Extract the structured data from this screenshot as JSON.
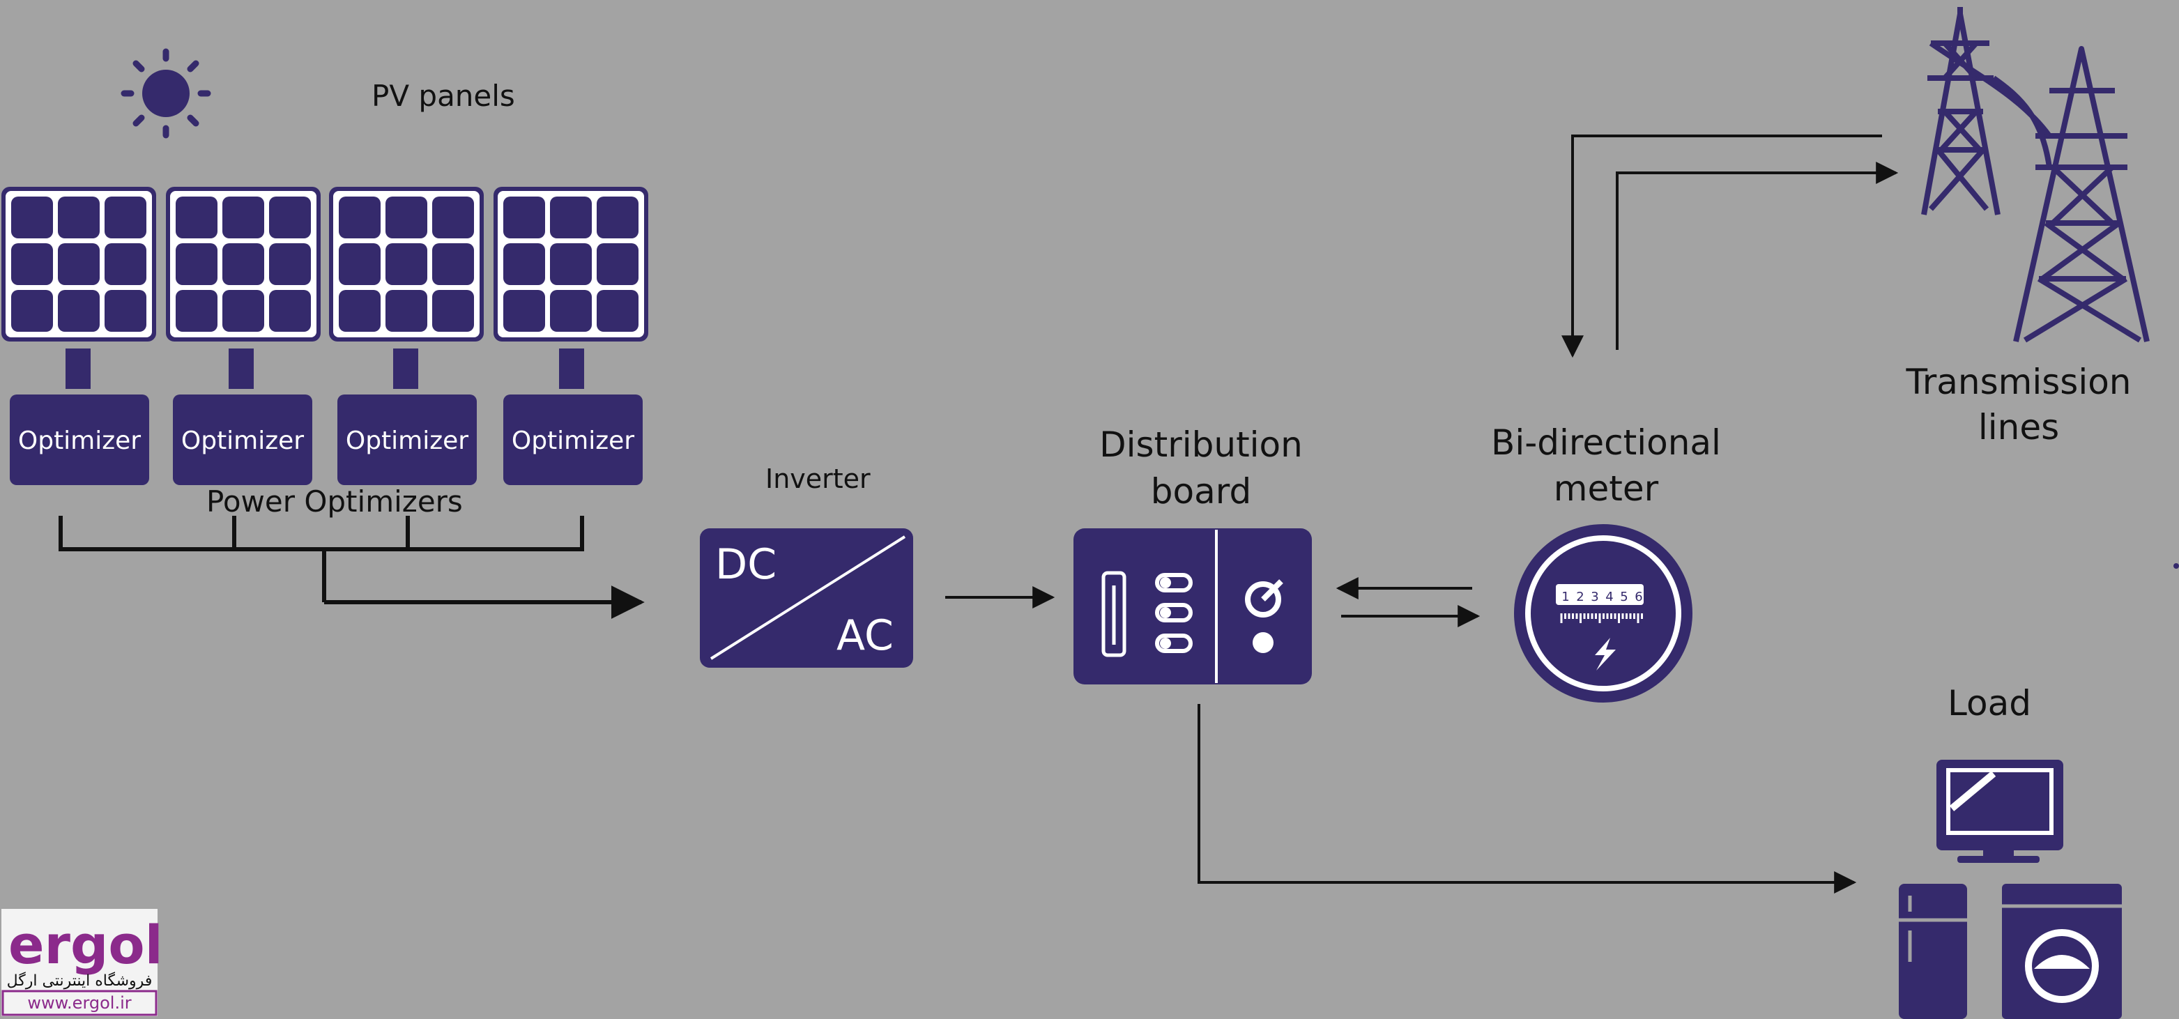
{
  "labels": {
    "pv_panels": "PV panels",
    "power_optimizers": "Power Optimizers",
    "inverter": "Inverter",
    "distribution_line1": "Distribution",
    "distribution_line2": "board",
    "meter_line1": "Bi-directional",
    "meter_line2": "meter",
    "transmission_line1": "Transmission",
    "transmission_line2": "lines",
    "load": "Load"
  },
  "optimizers": [
    "Optimizer",
    "Optimizer",
    "Optimizer",
    "Optimizer"
  ],
  "inverter_box": {
    "dc": "DC",
    "ac": "AC"
  },
  "meter_digits": [
    "1",
    "2",
    "3",
    "4",
    "5",
    "6"
  ],
  "logo": {
    "brand": "ergol",
    "tagline": "فروشگاه اینترنتی ارگل",
    "url": "www.ergol.ir"
  },
  "colors": {
    "background": "#a3a3a3",
    "primary": "#352a6c",
    "line": "#111111",
    "logo_accent": "#8b2a8b"
  }
}
